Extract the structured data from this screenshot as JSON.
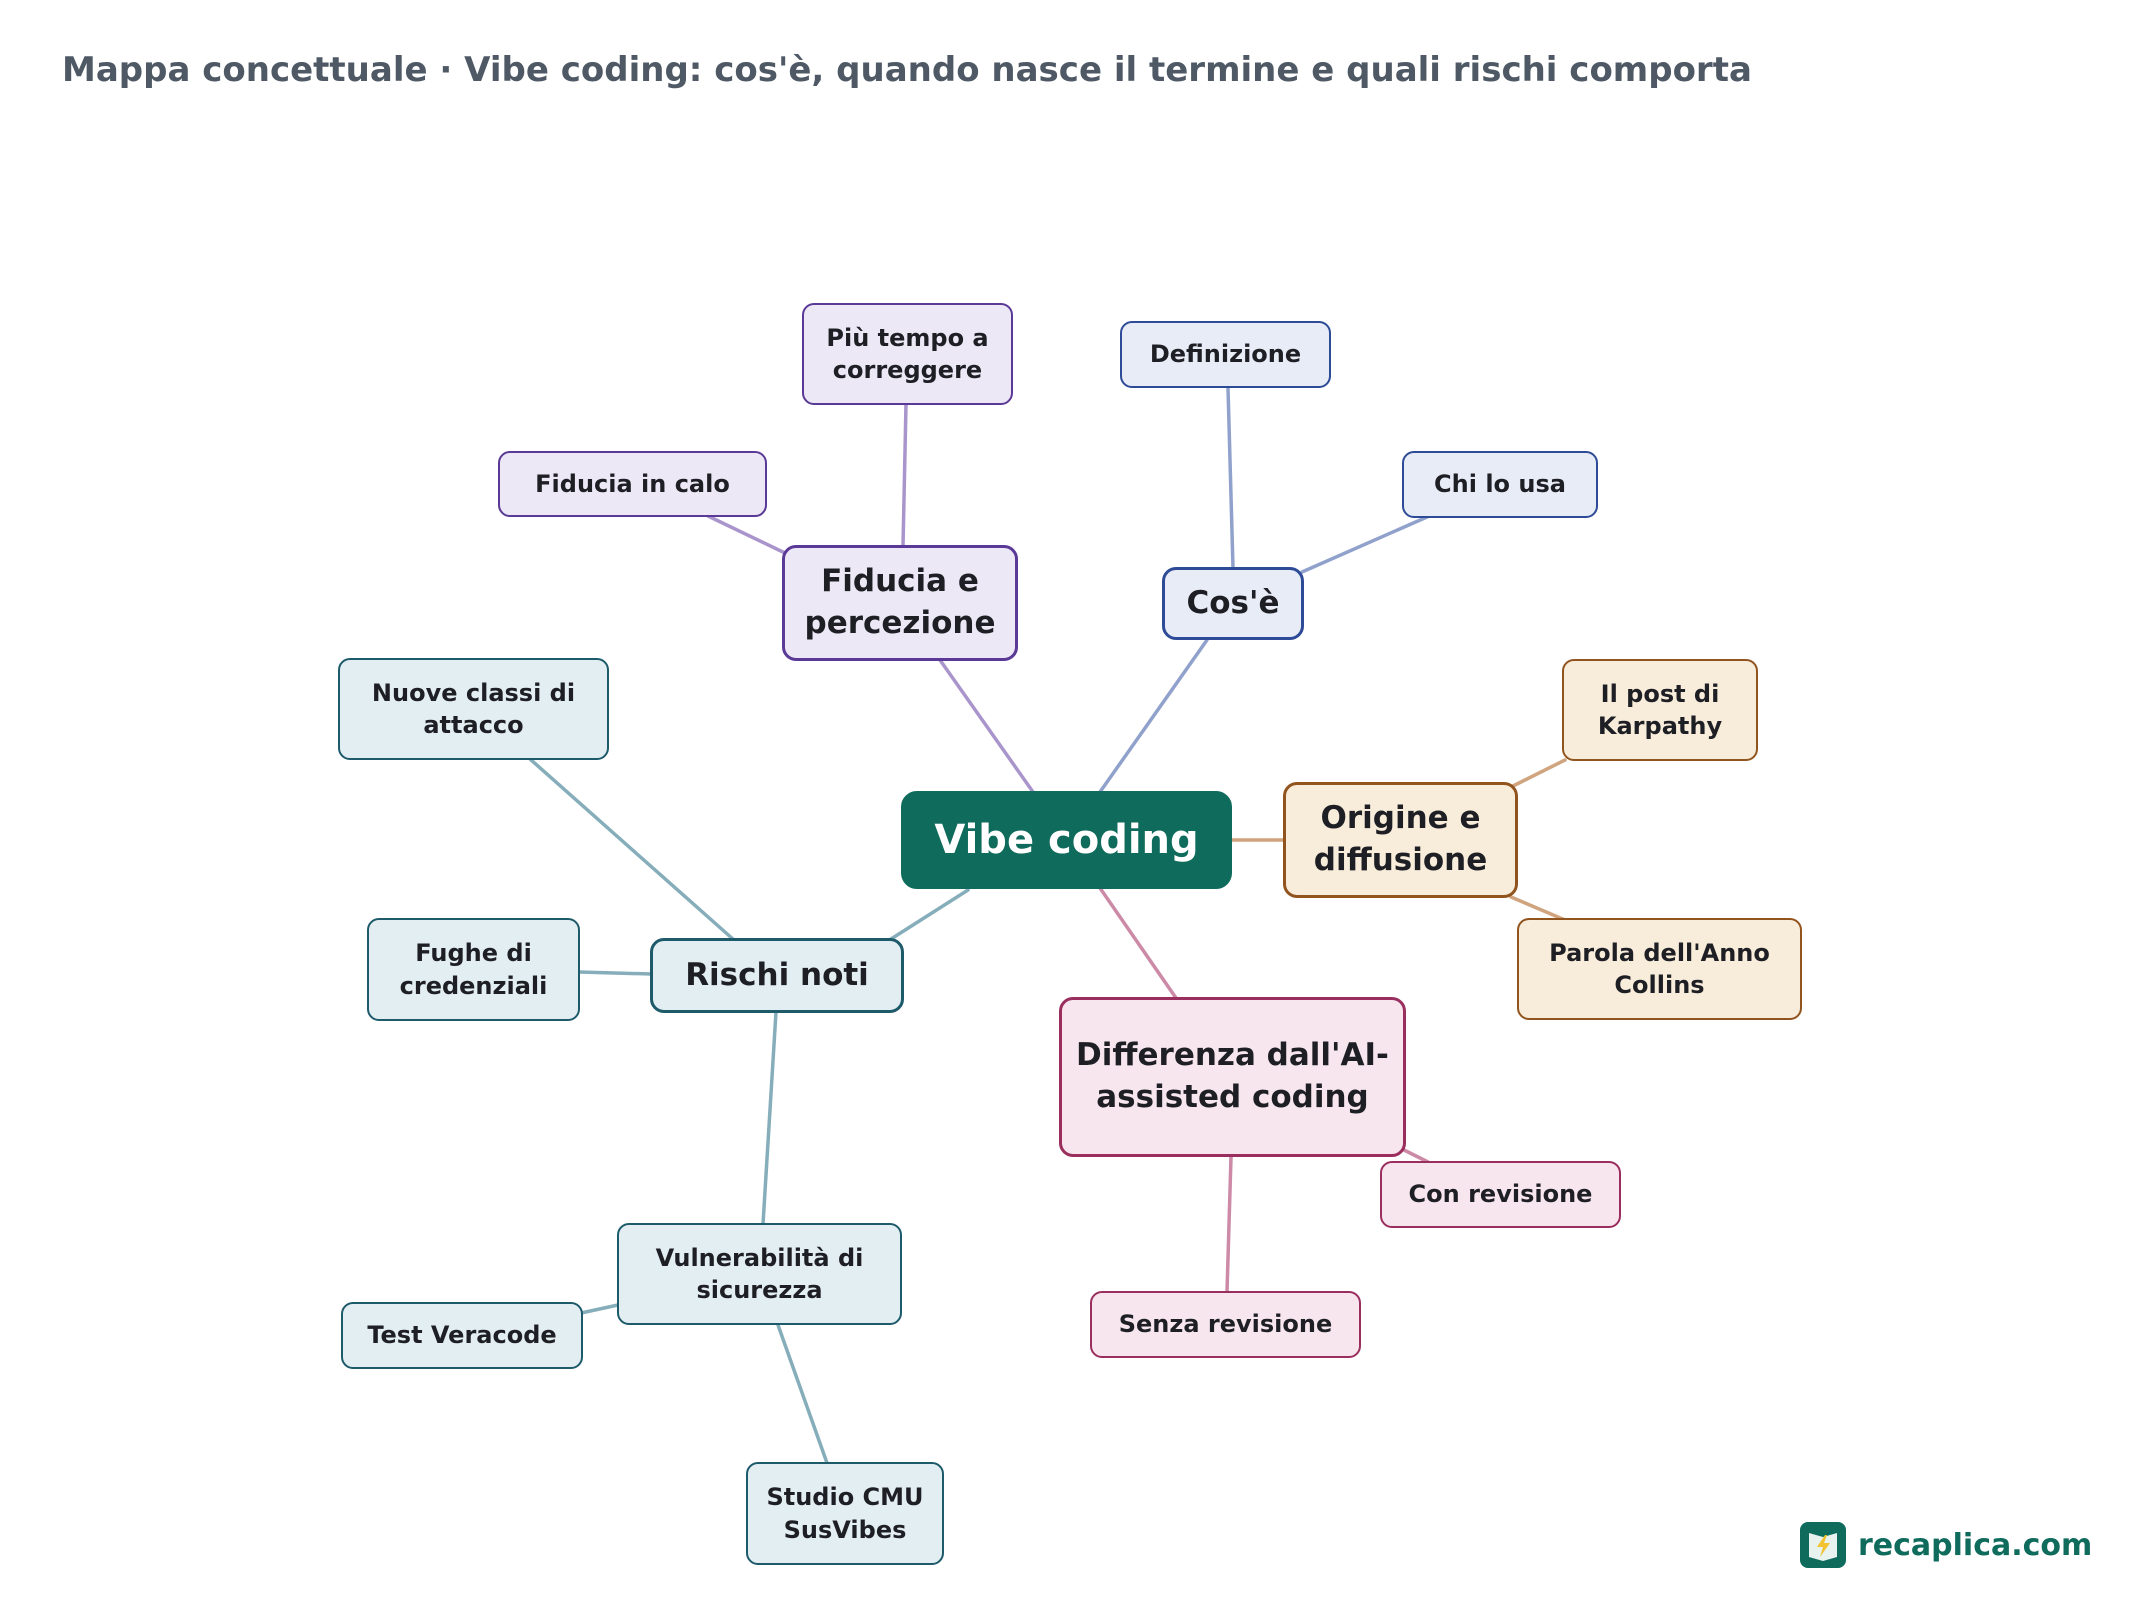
{
  "title": "Mappa concettuale · Vibe coding: cos'è, quando nasce il termine e quali rischi comporta",
  "logo_text": "recaplica.com",
  "colors": {
    "root": "#0f6b5c",
    "purple": "#5b3a97",
    "blue": "#2d4b96",
    "orange": "#91541e",
    "pink": "#9a2e5e",
    "teal": "#1d5a6a"
  },
  "nodes": {
    "root": "Vibe coding",
    "fiducia": "Fiducia e percezione",
    "piu_tempo": "Più tempo a correggere",
    "fiducia_calo": "Fiducia in calo",
    "cose": "Cos'è",
    "definizione": "Definizione",
    "chi_lo_usa": "Chi lo usa",
    "origine": "Origine e diffusione",
    "post_karpathy": "Il post di Karpathy",
    "parola_anno": "Parola dell'Anno Collins",
    "differenza": "Differenza dall'AI-assisted coding",
    "con_revisione": "Con revisione",
    "senza_revisione": "Senza revisione",
    "rischi": "Rischi noti",
    "nuove_classi": "Nuove classi di attacco",
    "fughe": "Fughe di credenziali",
    "vulnerabilita": "Vulnerabilità di sicurezza",
    "test_veracode": "Test Veracode",
    "studio_cmu": "Studio CMU SusVibes"
  }
}
